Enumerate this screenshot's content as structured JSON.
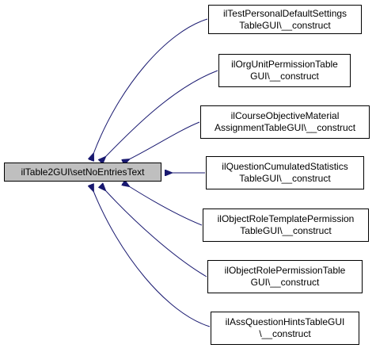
{
  "focus_node": {
    "label": "ilTable2GUI\\setNoEntriesText"
  },
  "callers": [
    {
      "line1": "ilTestPersonalDefaultSettings",
      "line2": "TableGUI\\__construct"
    },
    {
      "line1": "ilOrgUnitPermissionTable",
      "line2": "GUI\\__construct"
    },
    {
      "line1": "ilCourseObjectiveMaterial",
      "line2": "AssignmentTableGUI\\__construct"
    },
    {
      "line1": "ilQuestionCumulatedStatistics",
      "line2": "TableGUI\\__construct"
    },
    {
      "line1": "ilObjectRoleTemplatePermission",
      "line2": "TableGUI\\__construct"
    },
    {
      "line1": "ilObjectRolePermissionTable",
      "line2": "GUI\\__construct"
    },
    {
      "line1": "ilAssQuestionHintsTableGUI",
      "line2": "\\__construct"
    }
  ],
  "colors": {
    "edge": "#191970",
    "focus_fill": "#bfbfbf",
    "node_border": "#000000"
  }
}
